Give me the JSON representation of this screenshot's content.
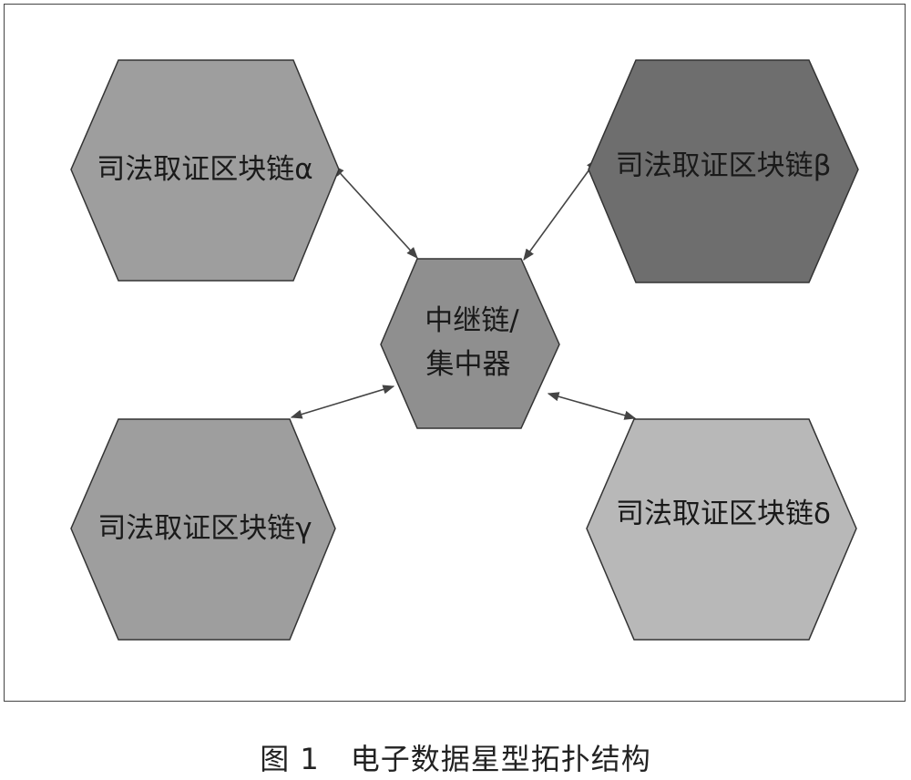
{
  "nodes": {
    "alpha": {
      "label": "司法取证区块链α",
      "fill": "#9e9e9e"
    },
    "beta": {
      "label": "司法取证区块链β",
      "fill": "#6e6e6e"
    },
    "gamma": {
      "label": "司法取证区块链γ",
      "fill": "#9e9e9e"
    },
    "delta": {
      "label": "司法取证区块链δ",
      "fill": "#b8b8b8"
    },
    "hub": {
      "line1": "中继链/",
      "line2": "集中器",
      "fill": "#8f8f8f"
    }
  },
  "edges": [
    {
      "from": "alpha",
      "to": "hub",
      "bidirectional": true
    },
    {
      "from": "beta",
      "to": "hub",
      "bidirectional": true
    },
    {
      "from": "gamma",
      "to": "hub",
      "bidirectional": true
    },
    {
      "from": "delta",
      "to": "hub",
      "bidirectional": true
    }
  ],
  "caption": {
    "number": "图 1",
    "title": "电子数据星型拓扑结构"
  },
  "colors": {
    "stroke": "#333333",
    "arrow": "#444444",
    "text": "#1a1a1a"
  }
}
